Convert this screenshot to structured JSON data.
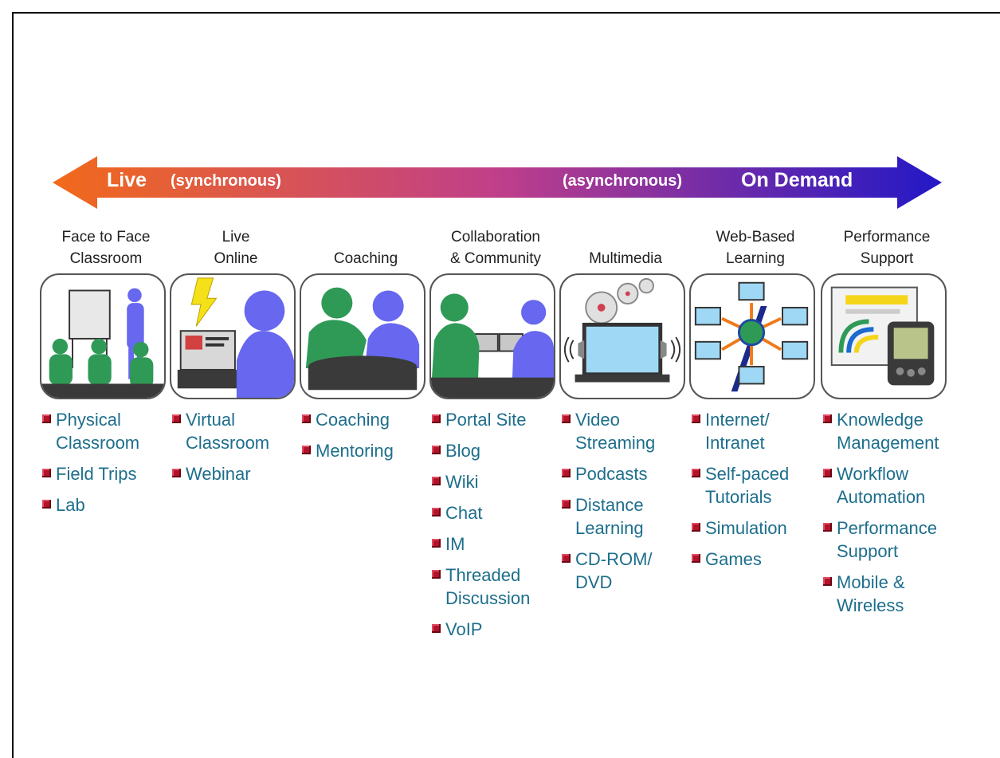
{
  "spectrum": {
    "left_label": "Live",
    "left_sub": "(synchronous)",
    "right_sub": "(asynchronous)",
    "right_label": "On Demand",
    "gradient_start": "#f26a1a",
    "gradient_mid": "#c03f8a",
    "gradient_end": "#2218c6"
  },
  "colors": {
    "item_text": "#1d6e8c",
    "bullet": "#b3122a",
    "figure_green": "#2f9a56",
    "figure_blue": "#6767f0"
  },
  "columns": [
    {
      "title": "Face to Face\nClassroom",
      "icon": "classroom-icon",
      "items": [
        "Physical\nClassroom",
        "Field Trips",
        "Lab"
      ]
    },
    {
      "title": "Live\nOnline",
      "icon": "live-online-icon",
      "items": [
        "Virtual\nClassroom",
        "Webinar"
      ]
    },
    {
      "title": "Coaching",
      "icon": "coaching-icon",
      "items": [
        "Coaching",
        "Mentoring"
      ]
    },
    {
      "title": "Collaboration\n& Community",
      "icon": "collaboration-icon",
      "items": [
        "Portal Site",
        "Blog",
        "Wiki",
        "Chat",
        "IM",
        "Threaded\nDiscussion",
        "VoIP"
      ]
    },
    {
      "title": "Multimedia",
      "icon": "multimedia-icon",
      "items": [
        "Video\nStreaming",
        "Podcasts",
        "Distance\nLearning",
        "CD-ROM/\nDVD"
      ]
    },
    {
      "title": "Web-Based\nLearning",
      "icon": "web-learning-icon",
      "items": [
        "Internet/\nIntranet",
        "Self-paced\nTutorials",
        "Simulation",
        "Games"
      ]
    },
    {
      "title": "Performance\nSupport",
      "icon": "performance-support-icon",
      "items": [
        "Knowledge\nManagement",
        "Workflow\nAutomation",
        "Performance\nSupport",
        "Mobile &\nWireless"
      ]
    }
  ]
}
